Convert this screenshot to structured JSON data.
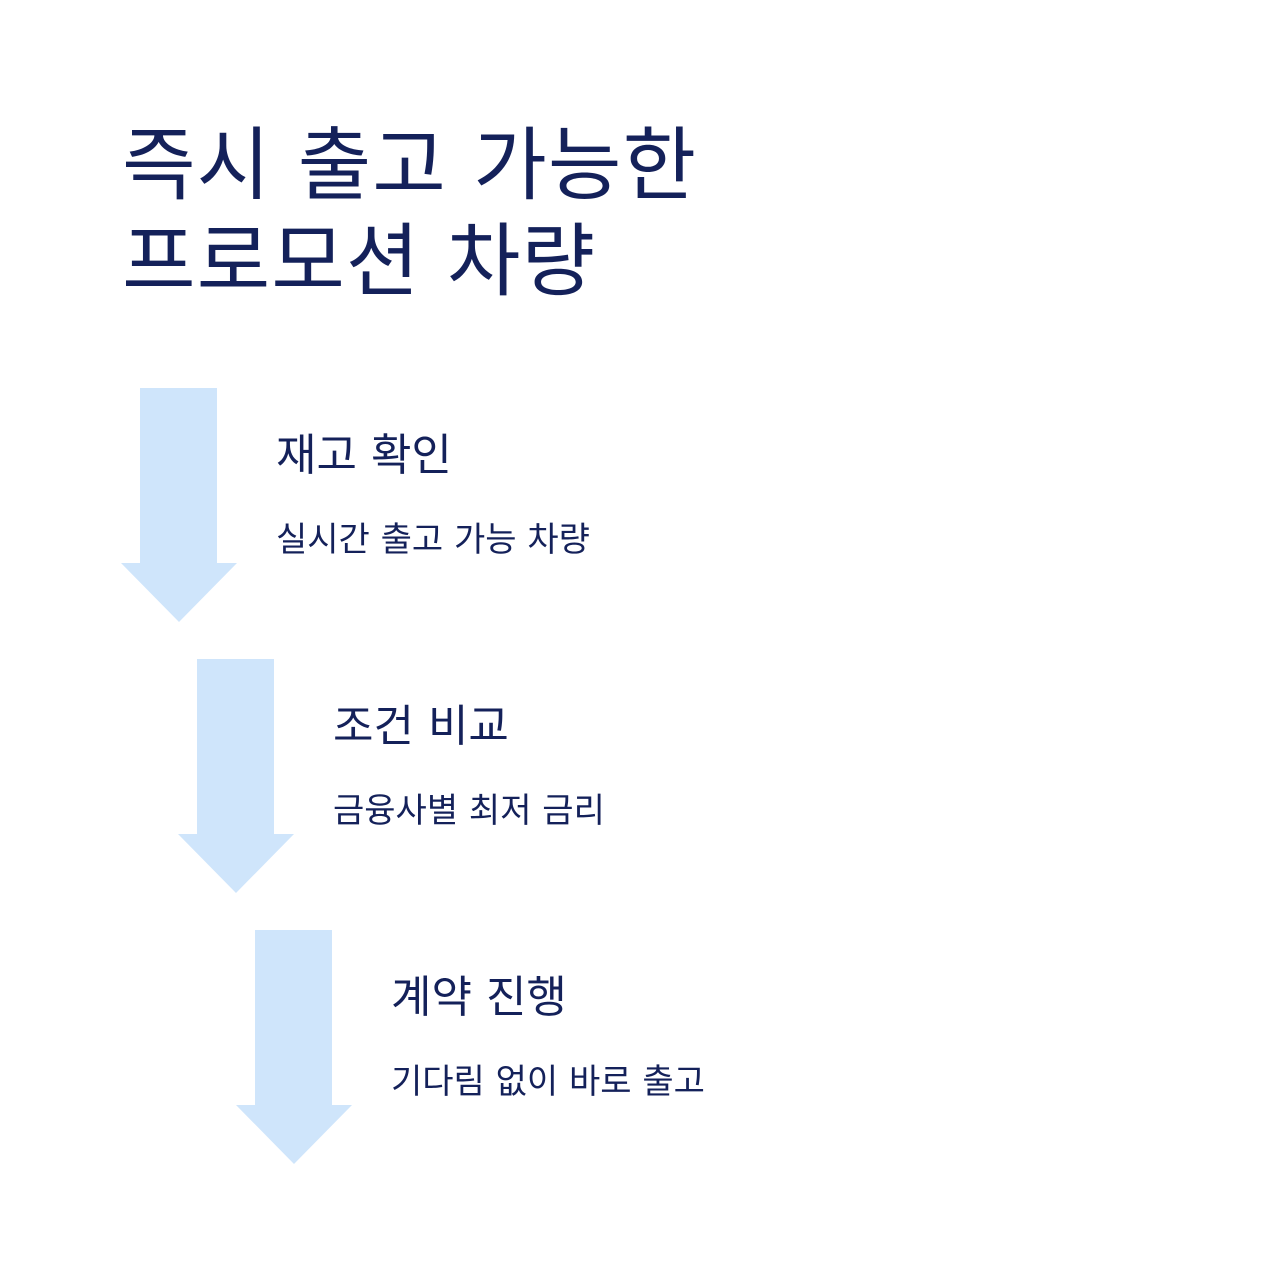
{
  "title": {
    "line1": "즉시 출고 가능한",
    "line2": "프로모션 차량"
  },
  "colors": {
    "text": "#14215a",
    "arrow": "#cfe5fb",
    "background": "#ffffff"
  },
  "steps": [
    {
      "title": "재고 확인",
      "description": "실시간 출고 가능 차량"
    },
    {
      "title": "조건 비교",
      "description": "금융사별 최저 금리"
    },
    {
      "title": "계약 진행",
      "description": "기다림 없이 바로 출고"
    }
  ]
}
